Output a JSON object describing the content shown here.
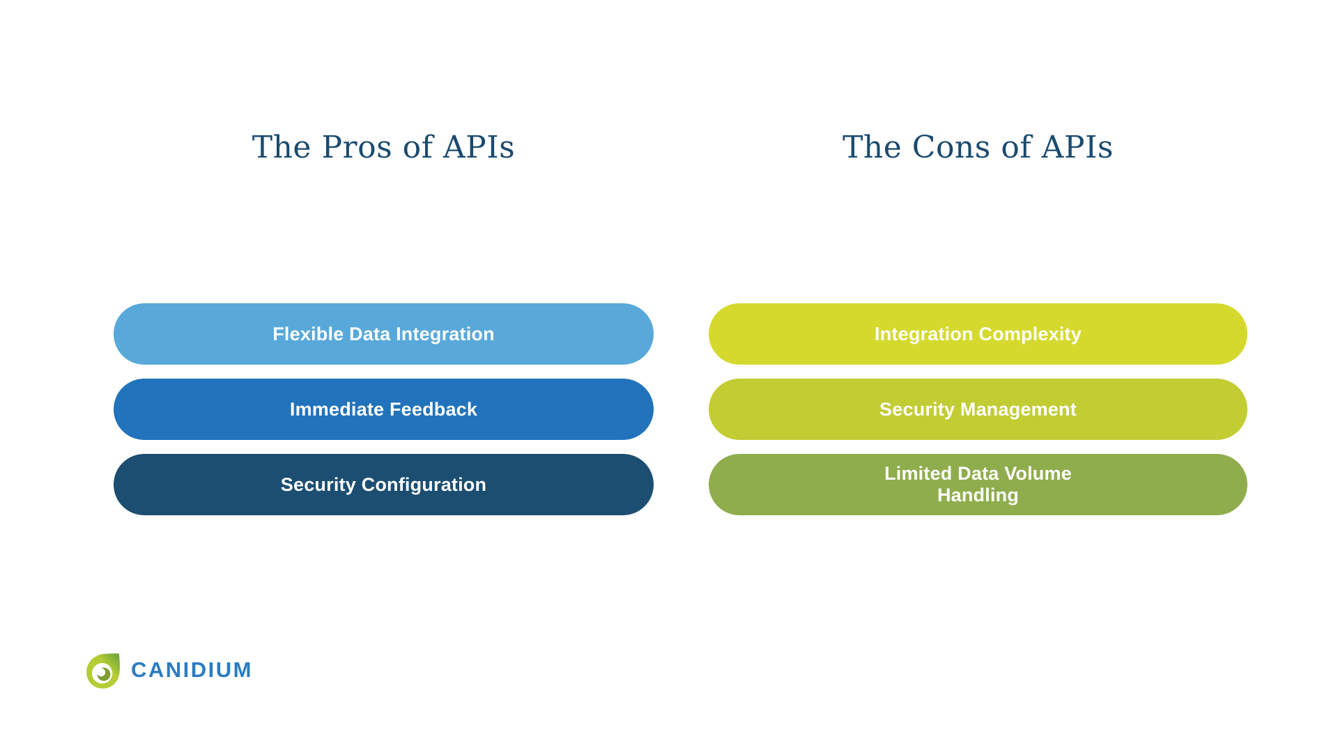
{
  "columns": [
    {
      "id": "pros",
      "title": "The Pros of APIs",
      "items": [
        {
          "label": "Flexible Data Integration",
          "lines": [
            "Flexible Data Integration"
          ],
          "color": "#58A8DA"
        },
        {
          "label": "Immediate Feedback",
          "lines": [
            "Immediate Feedback"
          ],
          "color": "#2173BB"
        },
        {
          "label": "Security Configuration",
          "lines": [
            "Security Configuration"
          ],
          "color": "#1B4E71"
        }
      ]
    },
    {
      "id": "cons",
      "title": "The Cons of APIs",
      "items": [
        {
          "label": "Integration Complexity",
          "lines": [
            "Integration Complexity"
          ],
          "color": "#D5D92E"
        },
        {
          "label": "Security Management",
          "lines": [
            "Security Management"
          ],
          "color": "#C2CC33"
        },
        {
          "label": "Limited Data Volume Handling",
          "lines": [
            "Limited Data Volume",
            "Handling"
          ],
          "color": "#8FAD4C"
        }
      ]
    }
  ],
  "colors": {
    "title": "#1A4A6E",
    "connector": "#123E5E",
    "bar_text": "#FFFFFF",
    "background": "#FFFFFF"
  },
  "logo": {
    "text": "CANIDIUM",
    "text_color": "#2B7CC1",
    "leaf_lime": "#B5CC35",
    "leaf_dark": "#64A039",
    "leaf_inner": "#7F9D33"
  }
}
